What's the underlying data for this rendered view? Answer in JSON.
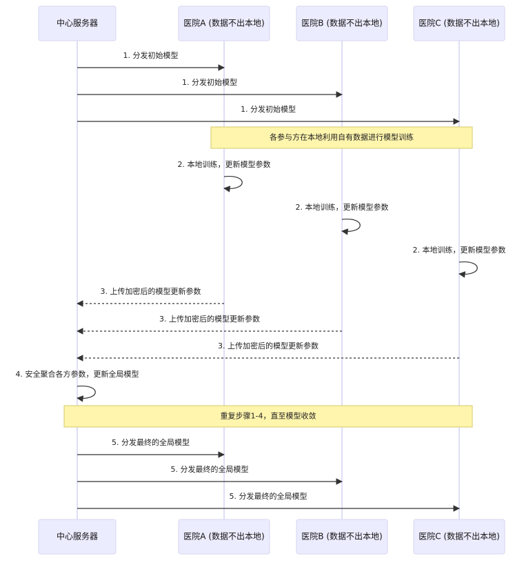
{
  "participants": [
    {
      "id": "server",
      "label": "中心服务器"
    },
    {
      "id": "a",
      "label": "医院A (数据不出本地)"
    },
    {
      "id": "b",
      "label": "医院B (数据不出本地)"
    },
    {
      "id": "c",
      "label": "医院C (数据不出本地)"
    }
  ],
  "messages": [
    {
      "from": "server",
      "to": "a",
      "text": "1. 分发初始模型",
      "style": "solid"
    },
    {
      "from": "server",
      "to": "b",
      "text": "1. 分发初始模型",
      "style": "solid"
    },
    {
      "from": "server",
      "to": "c",
      "text": "1. 分发初始模型",
      "style": "solid"
    },
    {
      "note": "各参与方在本地利用自有数据进行模型训练",
      "over": [
        "a",
        "c"
      ]
    },
    {
      "from": "a",
      "to": "a",
      "text": "2. 本地训练，更新模型参数",
      "style": "solid"
    },
    {
      "from": "b",
      "to": "b",
      "text": "2. 本地训练，更新模型参数",
      "style": "solid"
    },
    {
      "from": "c",
      "to": "c",
      "text": "2. 本地训练，更新模型参数",
      "style": "solid"
    },
    {
      "from": "a",
      "to": "server",
      "text": "3. 上传加密后的模型更新参数",
      "style": "dashed"
    },
    {
      "from": "b",
      "to": "server",
      "text": "3. 上传加密后的模型更新参数",
      "style": "dashed"
    },
    {
      "from": "c",
      "to": "server",
      "text": "3. 上传加密后的模型更新参数",
      "style": "dashed"
    },
    {
      "from": "server",
      "to": "server",
      "text": "4. 安全聚合各方参数，更新全局模型",
      "style": "solid"
    },
    {
      "note": "重复步骤1-4，直至模型收敛",
      "over": [
        "server",
        "c"
      ]
    },
    {
      "from": "server",
      "to": "a",
      "text": "5. 分发最终的全局模型",
      "style": "solid"
    },
    {
      "from": "server",
      "to": "b",
      "text": "5. 分发最终的全局模型",
      "style": "solid"
    },
    {
      "from": "server",
      "to": "c",
      "text": "5. 分发最终的全局模型",
      "style": "solid"
    }
  ]
}
